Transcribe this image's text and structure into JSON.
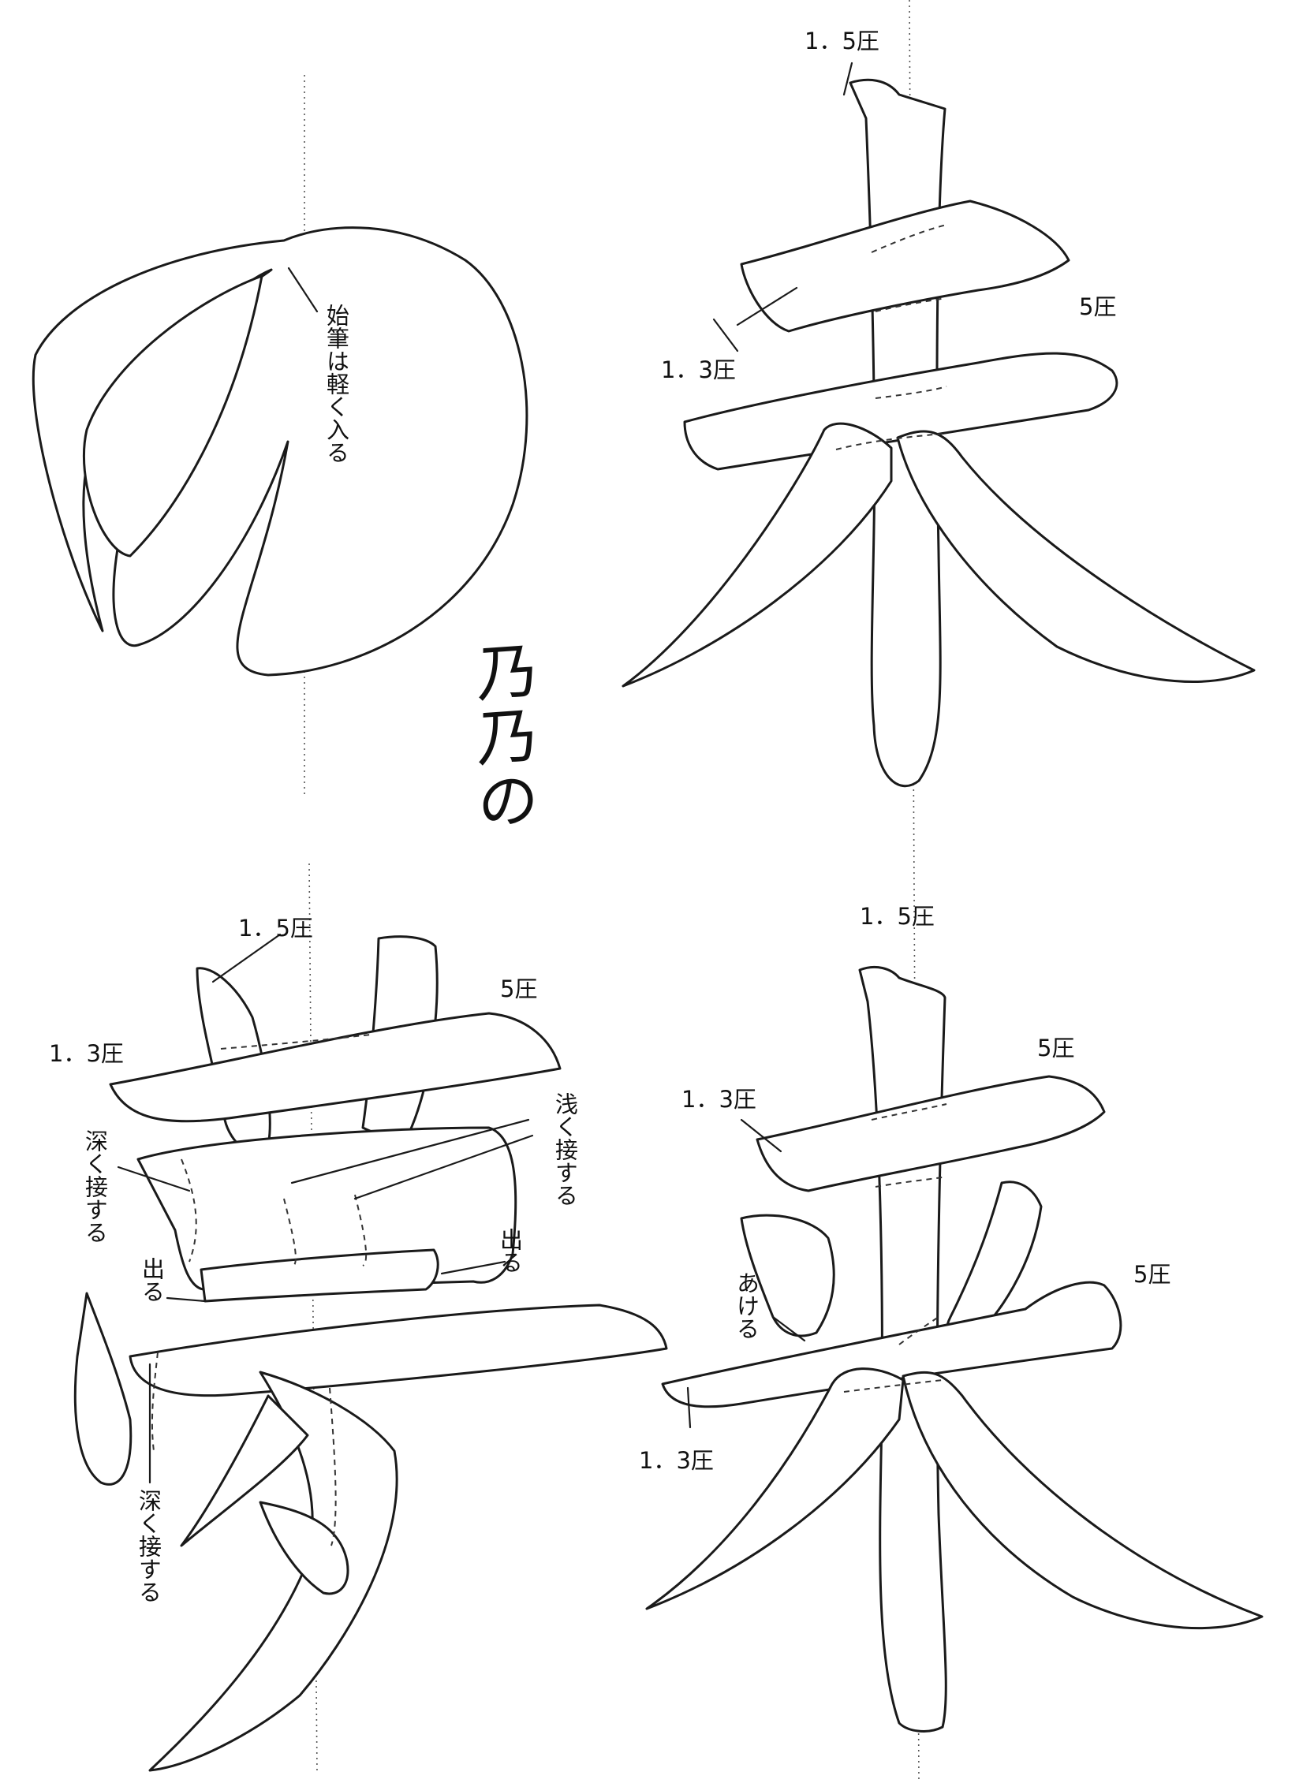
{
  "labels": {
    "no_note": "始筆は軽く入る",
    "sample_practice": "乃乃の",
    "sue_top": "1．5圧",
    "sue_right": "5圧",
    "sue_left": "1．3圧",
    "mu_top": "1．5圧",
    "mu_right": "5圧",
    "mu_left": "1．3圧",
    "mu_asaku": "浅く接する",
    "mu_fukaku_upper": "深く接する",
    "mu_deru_left": "出る",
    "mu_deru_right": "出る",
    "mu_fukaku_lower": "深く接する",
    "rai_top": "1．5圧",
    "rai_right_upper": "5圧",
    "rai_left_upper": "1．3圧",
    "rai_akeru": "あける",
    "rai_right_lower": "5圧",
    "rai_left_lower": "1．3圧"
  }
}
